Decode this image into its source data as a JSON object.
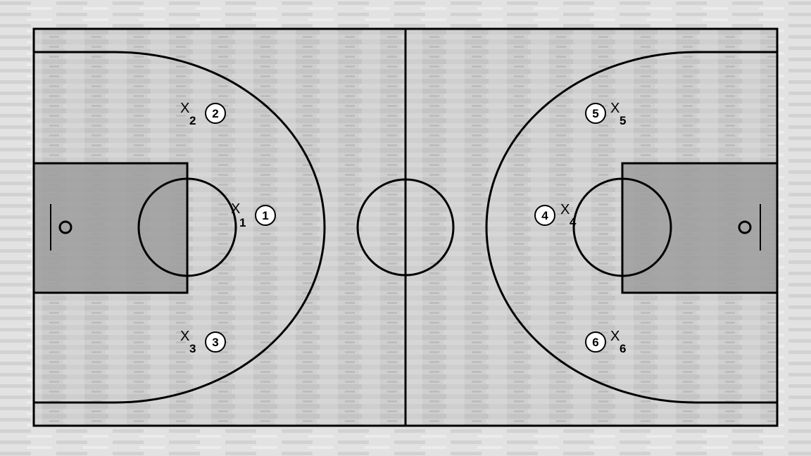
{
  "colors": {
    "page_background": "#dcdcdc",
    "floor": "#c8c8c8",
    "paint": "#9a9a9a",
    "lines": "#000000",
    "player_fill": "#ffffff"
  },
  "court": {
    "description_free": true
  },
  "offense": [
    {
      "label": "1"
    },
    {
      "label": "2"
    },
    {
      "label": "3"
    },
    {
      "label": "4"
    },
    {
      "label": "5"
    },
    {
      "label": "6"
    }
  ],
  "defense": [
    {
      "mark": "X",
      "sub": "1"
    },
    {
      "mark": "X",
      "sub": "2"
    },
    {
      "mark": "X",
      "sub": "3"
    },
    {
      "mark": "X",
      "sub": "4"
    },
    {
      "mark": "X",
      "sub": "5"
    },
    {
      "mark": "X",
      "sub": "6"
    }
  ]
}
